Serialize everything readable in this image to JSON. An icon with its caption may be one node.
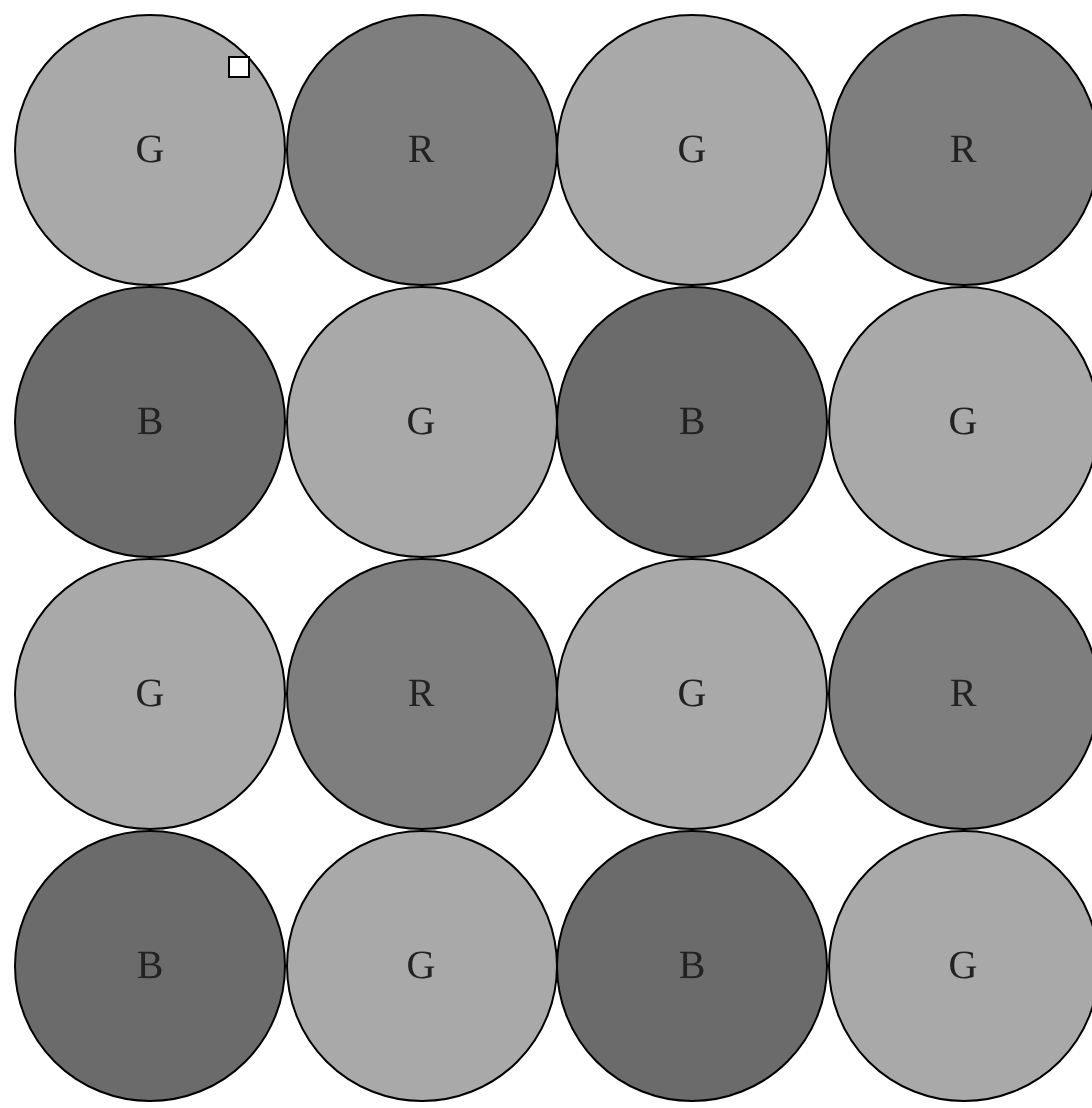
{
  "diagram": {
    "nodes": [
      {
        "text": [
          "G"
        ]
      },
      {
        "text": [
          "R"
        ]
      },
      {
        "text": [
          "G"
        ]
      },
      {
        "text": [
          "R"
        ]
      },
      {
        "text": [
          "B"
        ]
      },
      {
        "text": [
          "G"
        ]
      },
      {
        "text": [
          "B"
        ]
      },
      {
        "text": [
          "G"
        ]
      },
      {
        "text": [
          "G"
        ]
      },
      {
        "text": [
          "R"
        ]
      },
      {
        "text": [
          "G"
        ]
      },
      {
        "text": [
          "R"
        ]
      },
      {
        "text": [
          "B"
        ]
      },
      {
        "text": [
          "G"
        ]
      },
      {
        "text": [
          "B"
        ]
      },
      {
        "text": [
          "G"
        ]
      }
    ]
  }
}
